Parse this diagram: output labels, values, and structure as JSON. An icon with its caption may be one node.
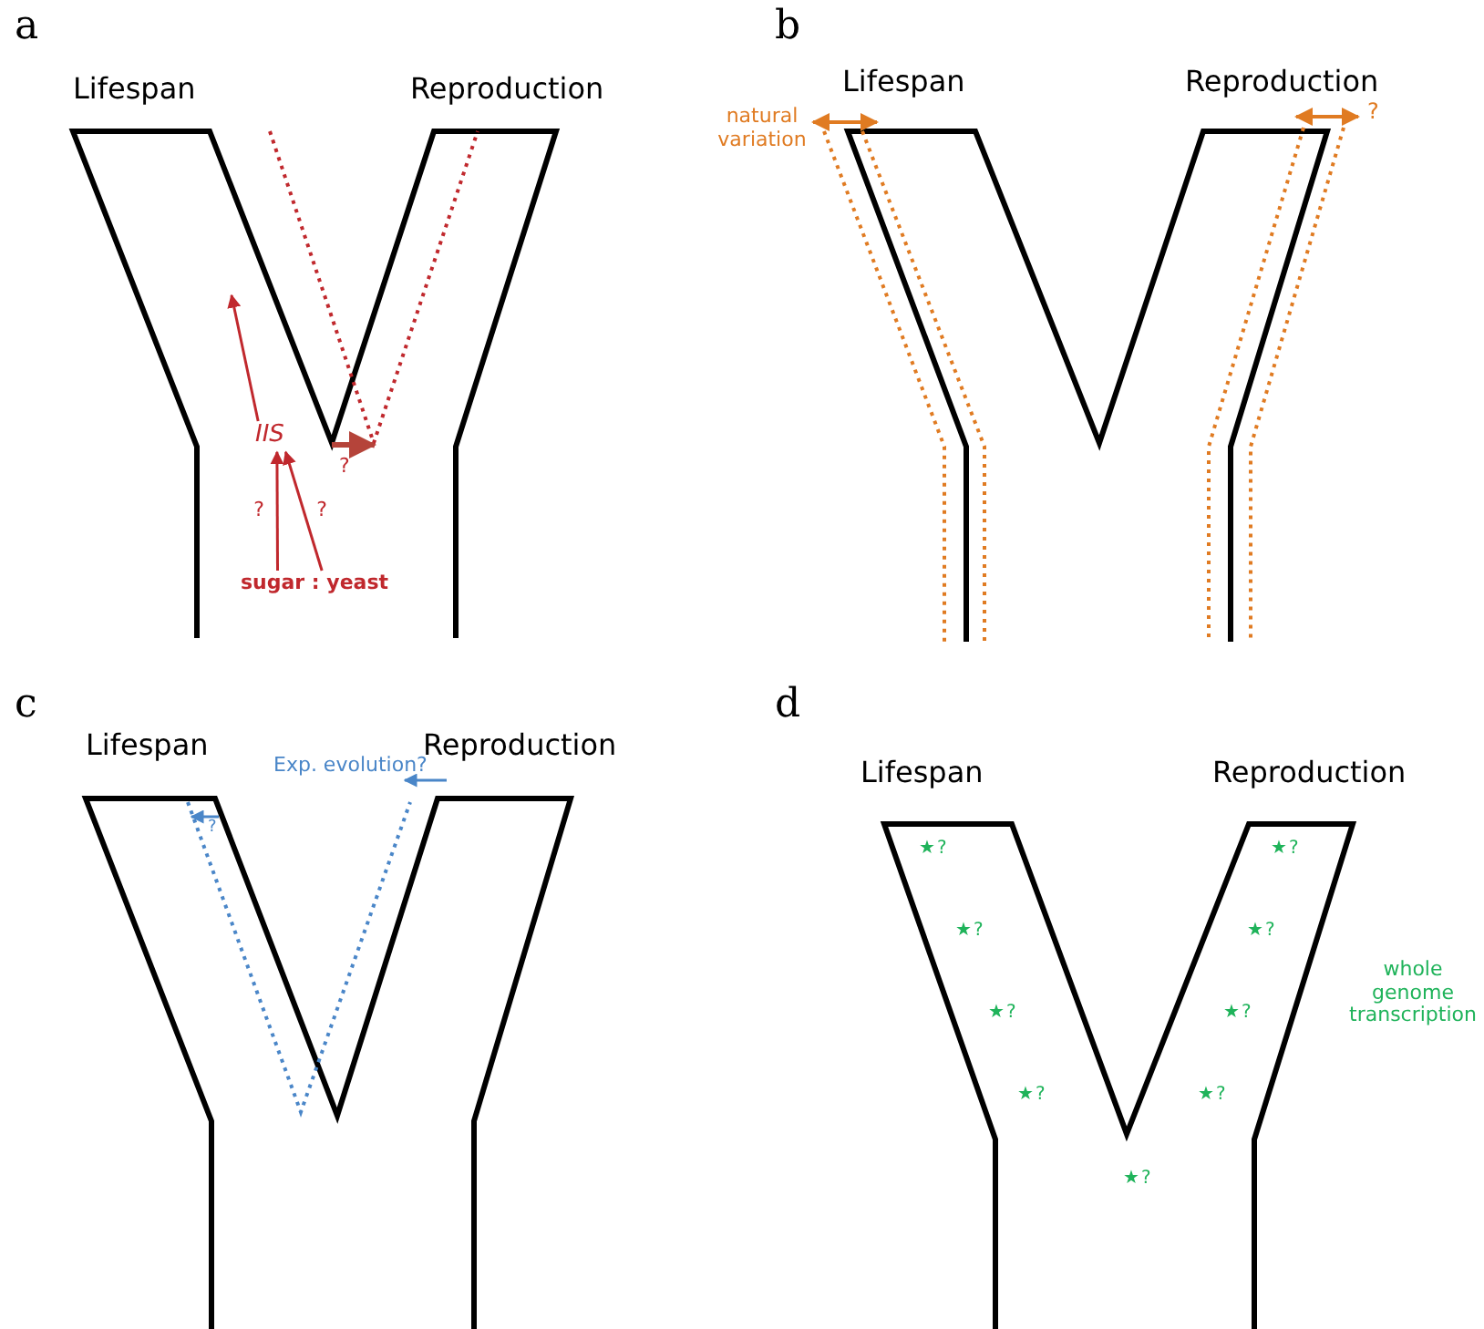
{
  "diagram": {
    "nodes": [
      {
        "text": [
          "IIS"
        ]
      },
      {
        "text": [
          "sugar : yeast"
        ]
      }
    ],
    "edges": [
      {
        "from": 1,
        "to": 0,
        "arrow": "to",
        "label": "?"
      },
      {
        "from": 1,
        "to": 0,
        "arrow": "to",
        "label": "?"
      },
      {
        "from": 0,
        "to": null,
        "arrow": "to"
      }
    ],
    "labels": [
      "a",
      "Lifespan",
      "Reproduction",
      "?",
      "b",
      "Lifespan",
      "Reproduction",
      "natural variation",
      "?",
      "c",
      "Lifespan",
      "Reproduction",
      "Exp. evolution?",
      "?",
      "d",
      "Lifespan",
      "Reproduction",
      "★?",
      "★?",
      "★?",
      "★?",
      "★?",
      "★?",
      "★?",
      "★?",
      "★?",
      "whole genome transcription"
    ]
  }
}
